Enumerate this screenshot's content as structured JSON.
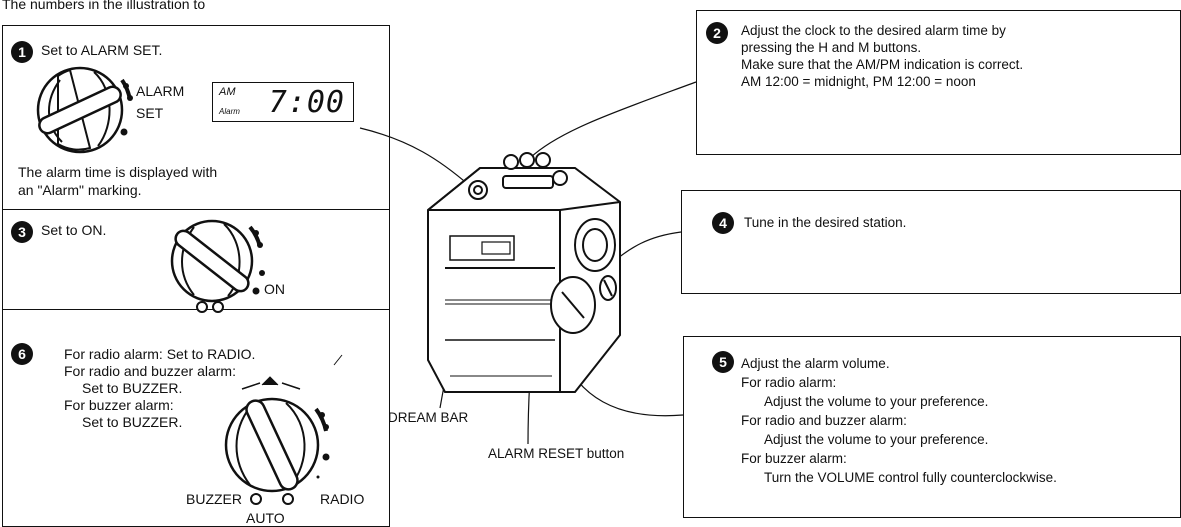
{
  "header_text": "The numbers in the illustration to",
  "step1": {
    "number": "1",
    "instruction": "Set to ALARM SET.",
    "knob_label_1": "ALARM",
    "knob_label_2": "SET",
    "lcd_ampm": "AM",
    "lcd_alarm": "Alarm",
    "lcd_time": "7:00",
    "note_1": "The alarm time is displayed with",
    "note_2": "an \"Alarm\" marking."
  },
  "step3": {
    "number": "3",
    "instruction": "Set to ON.",
    "knob_label": "ON"
  },
  "step6": {
    "number": "6",
    "lines": [
      "For radio alarm: Set to RADIO.",
      "For radio and buzzer alarm:",
      "Set to BUZZER.",
      "For buzzer alarm:",
      "Set to BUZZER."
    ],
    "label_buzzer": "BUZZER",
    "label_radio": "RADIO",
    "label_auto": "AUTO"
  },
  "step2": {
    "number": "2",
    "lines": [
      "Adjust the clock to the desired alarm time by",
      "pressing the H and M buttons.",
      "Make sure that the AM/PM indication is correct.",
      "AM 12:00 = midnight, PM 12:00 = noon"
    ]
  },
  "step4": {
    "number": "4",
    "instruction": "Tune in the desired station."
  },
  "step5": {
    "number": "5",
    "lines": [
      "Adjust the alarm volume.",
      "For radio alarm:",
      "Adjust the volume to your preference.",
      "For radio and buzzer alarm:",
      "Adjust the volume to your preference.",
      "For buzzer alarm:",
      "Turn the VOLUME control fully counterclockwise."
    ]
  },
  "callouts": {
    "dream_bar": "DREAM BAR",
    "alarm_reset": "ALARM RESET button"
  }
}
